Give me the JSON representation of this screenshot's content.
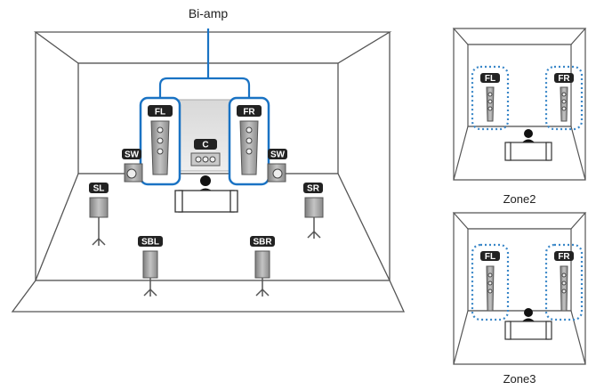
{
  "main": {
    "biamp_label": "Bi-amp",
    "speakers": {
      "fl": "FL",
      "fr": "FR",
      "c": "C",
      "sw_left": "SW",
      "sw_right": "SW",
      "sl": "SL",
      "sr": "SR",
      "sbl": "SBL",
      "sbr": "SBR"
    }
  },
  "zone2": {
    "label": "Zone2",
    "fl": "FL",
    "fr": "FR"
  },
  "zone3": {
    "label": "Zone3",
    "fl": "FL",
    "fr": "FR"
  },
  "colors": {
    "room_line": "#555555",
    "biamp_line": "#1a73c4",
    "zone_dotted": "#3a87c8",
    "speaker_tag": "#222222",
    "speaker_body": "#9a9a9a"
  }
}
